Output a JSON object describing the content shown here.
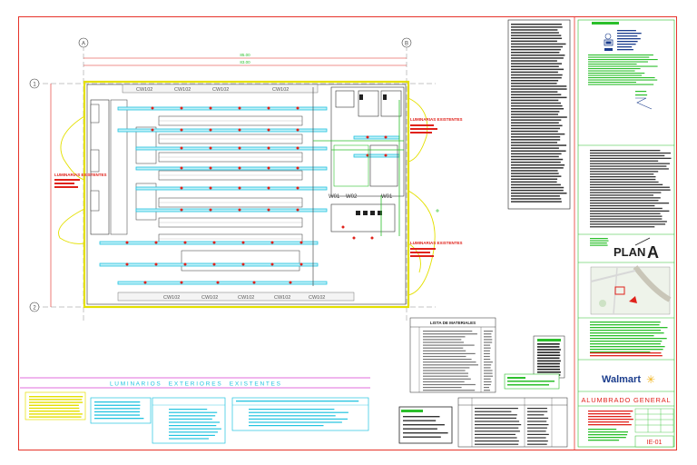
{
  "drawing": {
    "grid_axes": {
      "top_left": "A",
      "top_right": "B",
      "left_top": "1",
      "left_bottom": "2"
    },
    "dimensions": {
      "overall": "85.00",
      "inner": "83.00"
    },
    "windows_top": [
      "CW102",
      "CW102",
      "CW102",
      "CW102"
    ],
    "windows_bottom": [
      "CW102",
      "CW102",
      "CW102",
      "CW102",
      "CW102"
    ],
    "partitions": [
      "W01",
      "W02",
      "W01"
    ],
    "notes_red": [
      "LUMINARIAS EXISTENTES",
      "LUMINARIAS EXISTENTES",
      "LUMINARIAS EXISTENTES"
    ]
  },
  "materials_table": {
    "title": "LISTA DE MATERIALES"
  },
  "luminarios_banner": {
    "title": "L U M I N A R I O S     E X T E R I O R E S     E X I S T E N T E S"
  },
  "title_block": {
    "brand": "Walmart",
    "brand_mark": "✳",
    "sheet_title": "ALUMBRADO GENERAL",
    "sheet_number": "IE-01",
    "planta_label": "PLAN",
    "planta_mark": "A"
  },
  "colors": {
    "frame": "#e6332a",
    "cyan": "#22c3e0",
    "yellow": "#e4e000",
    "green": "#2bbf2b",
    "red": "#e0221b",
    "magenta": "#d93bd0",
    "black": "#222222",
    "brand_blue": "#1a3c8c"
  }
}
